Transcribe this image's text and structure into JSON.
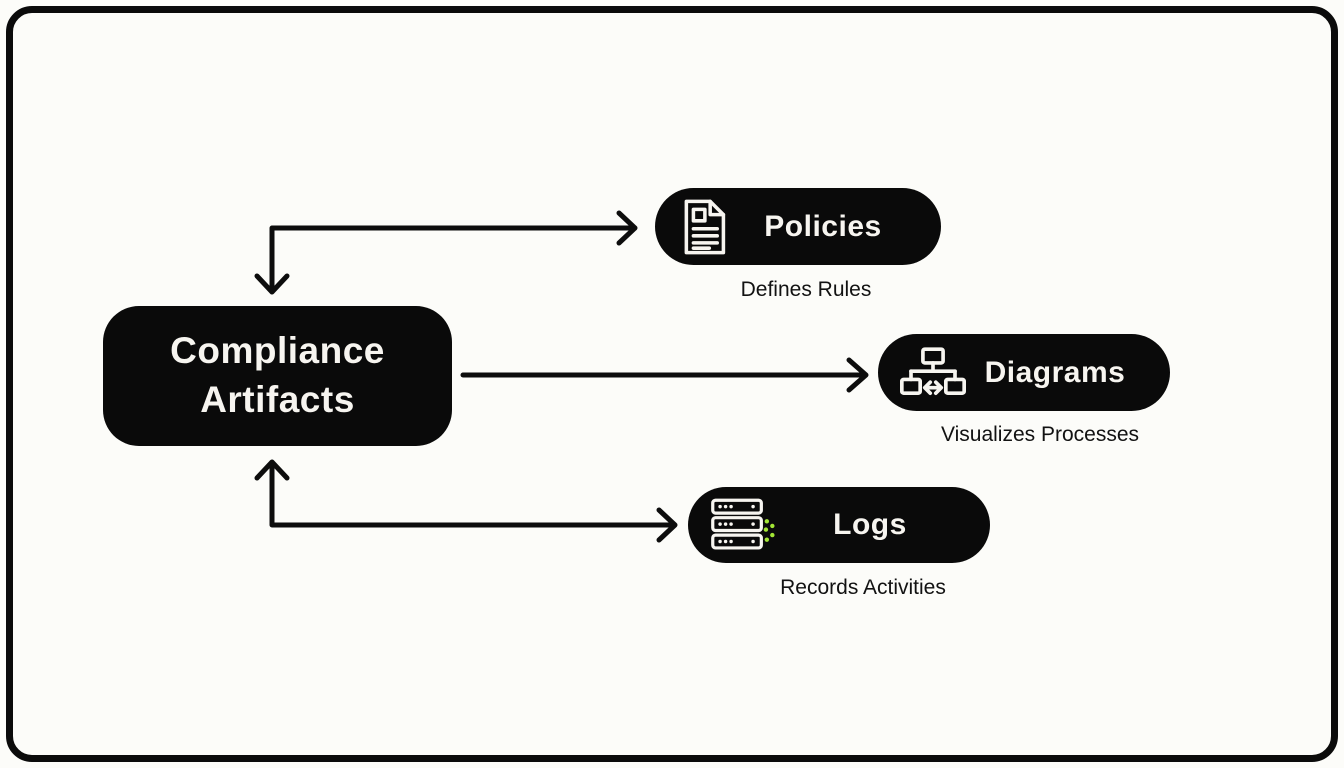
{
  "diagram": {
    "background_color": "#fcfcf9",
    "frame_color": "#0b0b0b",
    "node_background_color": "#0a0a0a",
    "node_text_color": "#f7f5f0",
    "caption_text_color": "#121212",
    "arrow_color": "#0d0d0d",
    "accent_green": "#a3e635",
    "center_node": {
      "label": "Compliance Artifacts"
    },
    "nodes": [
      {
        "id": "policies",
        "label": "Policies",
        "caption": "Defines Rules",
        "icon": "document-icon"
      },
      {
        "id": "diagrams",
        "label": "Diagrams",
        "caption": "Visualizes Processes",
        "icon": "flowchart-icon"
      },
      {
        "id": "logs",
        "label": "Logs",
        "caption": "Records Activities",
        "icon": "server-stack-icon"
      }
    ],
    "edges": [
      {
        "from": "Compliance Artifacts",
        "to": "Policies",
        "shape": "elbow",
        "arrowheads": "both-ends"
      },
      {
        "from": "Compliance Artifacts",
        "to": "Diagrams",
        "shape": "straight",
        "arrowheads": "end"
      },
      {
        "from": "Compliance Artifacts",
        "to": "Logs",
        "shape": "elbow",
        "arrowheads": "both-ends"
      }
    ]
  }
}
